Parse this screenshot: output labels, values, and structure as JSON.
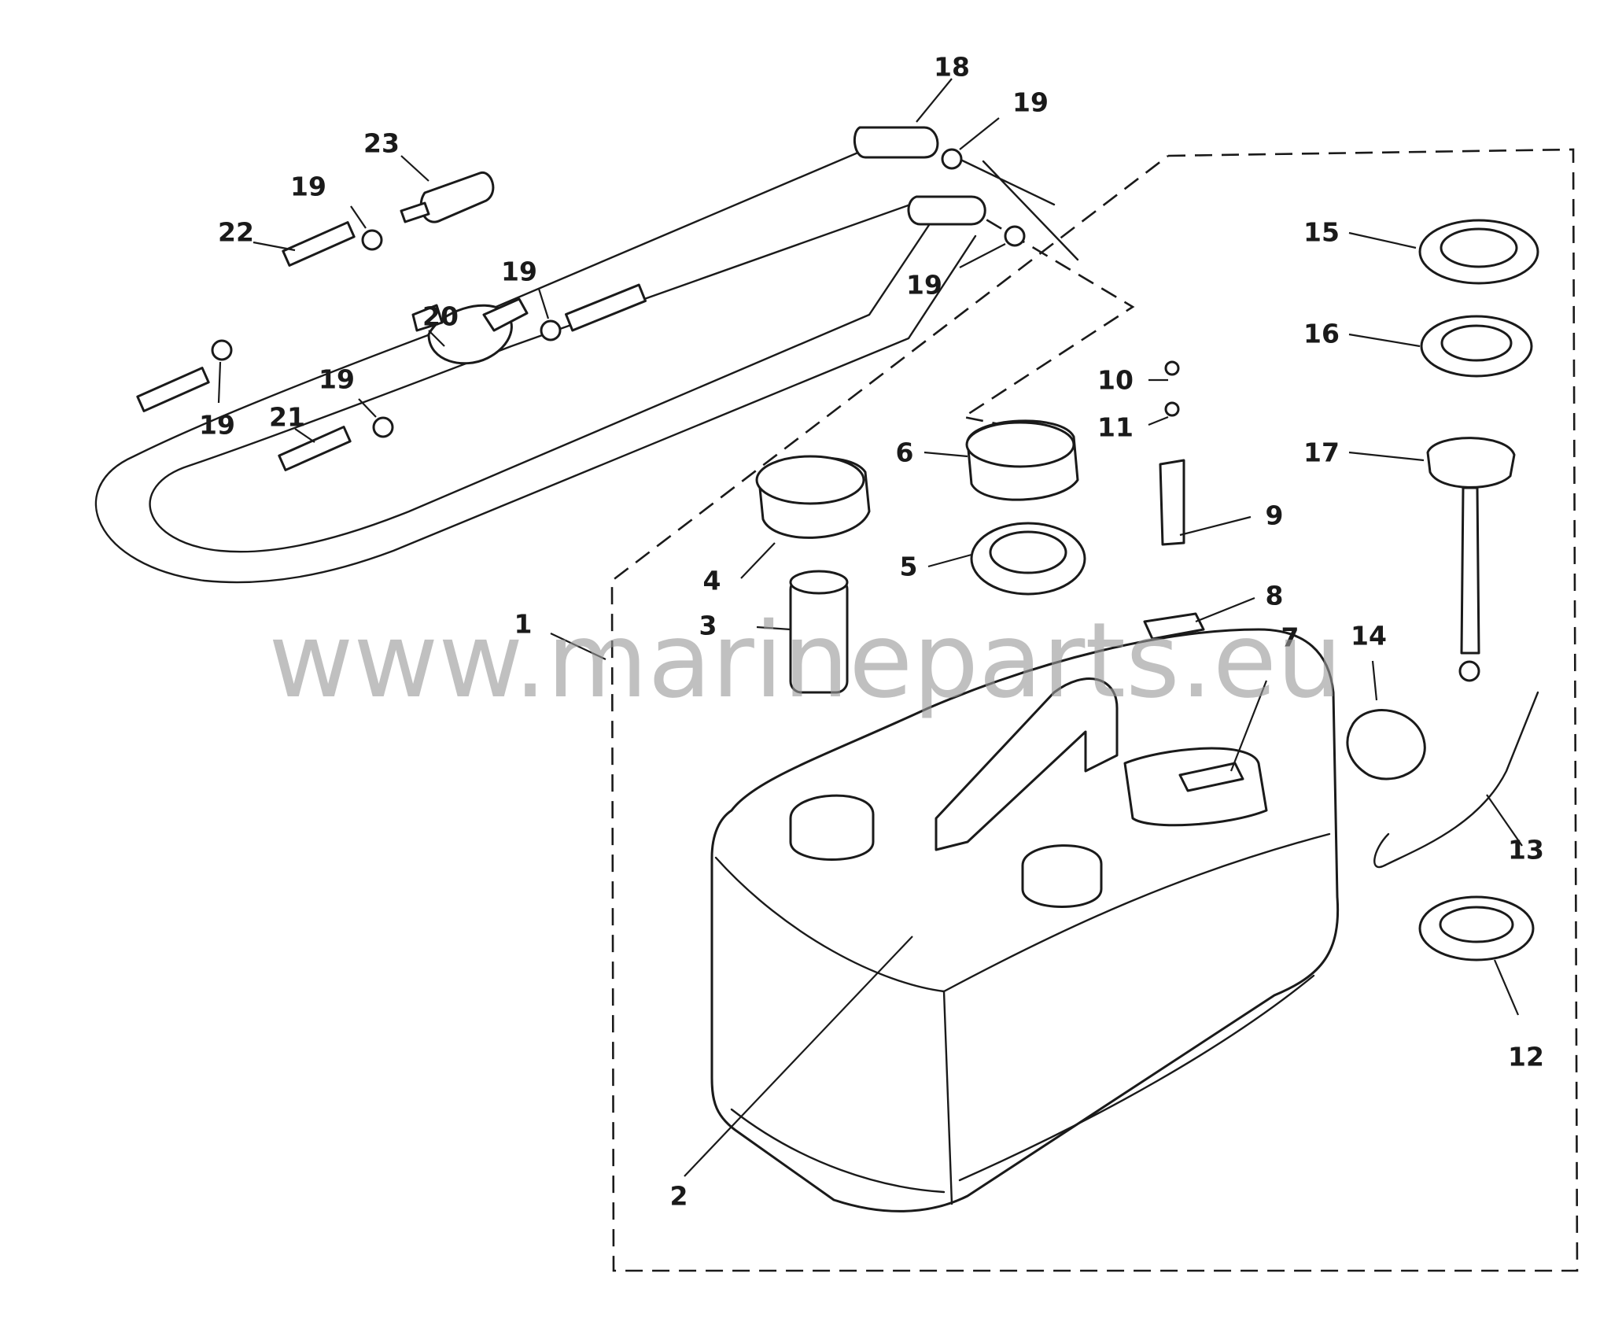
{
  "diagram": {
    "type": "exploded parts diagram",
    "callouts": [
      "1",
      "2",
      "3",
      "4",
      "5",
      "6",
      "7",
      "8",
      "9",
      "10",
      "11",
      "12",
      "13",
      "14",
      "15",
      "16",
      "17",
      "18",
      "19",
      "19",
      "19",
      "19",
      "19",
      "19",
      "20",
      "21",
      "22",
      "23"
    ],
    "watermark": "www.marineparts.eu"
  }
}
